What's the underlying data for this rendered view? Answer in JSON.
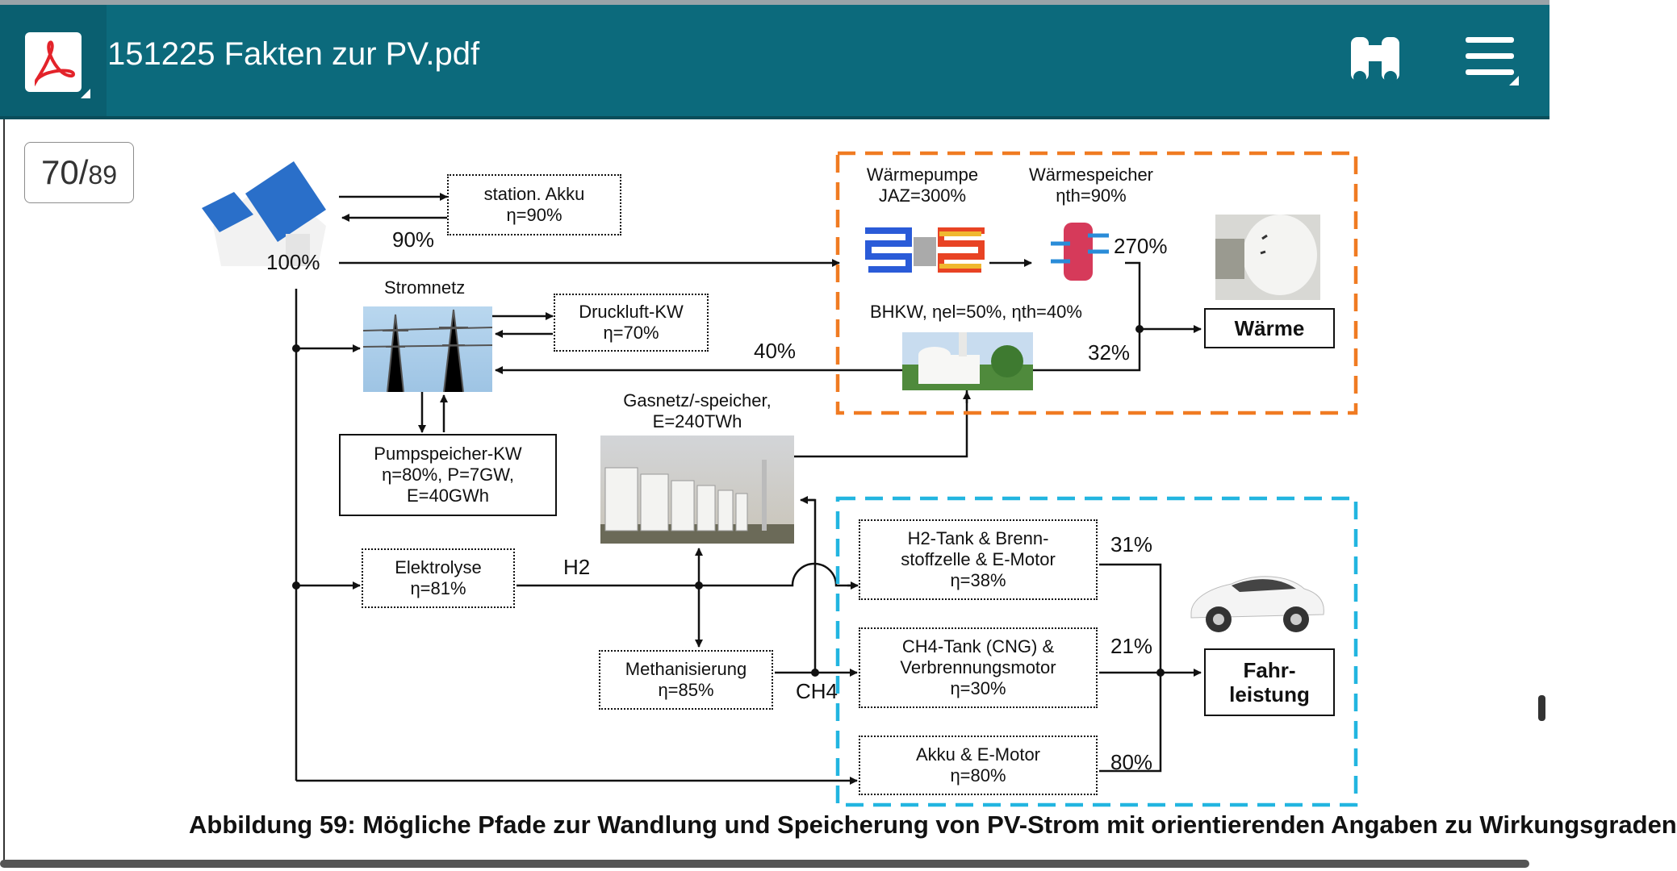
{
  "app": {
    "title": "151225 Fakten zur PV.pdf",
    "icons": [
      "pdf-icon",
      "find-binoculars-icon",
      "menu-icon"
    ]
  },
  "page_indicator": {
    "current": "70",
    "total": "89"
  },
  "diagram": {
    "station_akku": {
      "line1": "station. Akku",
      "line2": "η=90%"
    },
    "pct_90": "90%",
    "pct_100": "100%",
    "stromnetz": "Stromnetz",
    "druckluft": {
      "line1": "Druckluft-KW",
      "line2": "η=70%"
    },
    "pct_40": "40%",
    "waermepumpe": {
      "line1": "Wärmepumpe",
      "line2": "JAZ=300%"
    },
    "waermespeicher": {
      "line1": "Wärmespeicher",
      "line2": "ηth=90%"
    },
    "pct_270": "270%",
    "bhkw": "BHKW, ηel=50%, ηth=40%",
    "pct_32": "32%",
    "waerme": "Wärme",
    "gasnetz": {
      "line1": "Gasnetz/-speicher,",
      "line2": "E=240TWh"
    },
    "pumpspeicher": {
      "line1": "Pumpspeicher-KW",
      "line2": "η=80%, P=7GW,",
      "line3": "E=40GWh"
    },
    "elektrolyse": {
      "line1": "Elektrolyse",
      "line2": "η=81%"
    },
    "h2": "H2",
    "h2tank": {
      "line1": "H2-Tank & Brenn-",
      "line2": "stoffzelle & E-Motor",
      "line3": "η=38%"
    },
    "pct_31": "31%",
    "methanisierung": {
      "line1": "Methanisierung",
      "line2": "η=85%"
    },
    "ch4": "CH4",
    "ch4tank": {
      "line1": "CH4-Tank (CNG) &",
      "line2": "Verbrennungsmotor",
      "line3": "η=30%"
    },
    "pct_21": "21%",
    "fahrleistung": {
      "line1": "Fahr-",
      "line2": "leistung"
    },
    "akku_emotor": {
      "line1": "Akku & E-Motor",
      "line2": "η=80%"
    },
    "pct_80": "80%"
  },
  "caption": "Abbildung 59: Mögliche Pfade zur Wandlung und Speicherung von PV-Strom mit orientierenden Angaben zu Wirkungsgraden",
  "colors": {
    "toolbar": "#0c6a7c",
    "heat_frame": "#f07b22",
    "mobility_frame": "#22b5e0"
  }
}
